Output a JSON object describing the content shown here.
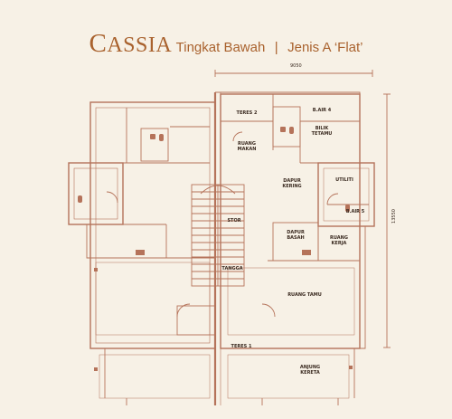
{
  "title": {
    "name_cap": "C",
    "name_rest": "ASSIA",
    "level": "Tingkat Bawah",
    "separator": "|",
    "type": "Jenis A ‘Flat’"
  },
  "dimensions": {
    "width": "9050",
    "depth": "13550"
  },
  "rooms": {
    "teres2": "TERES 2",
    "bair4": "B.AIR 4",
    "bilik_tetamu": "BILIK\nTETAMU",
    "ruang_makan": "RUANG\nMAKAN",
    "dapur_kering": "DAPUR\nKERING",
    "utiliti": "UTILITI",
    "bair5": "B.AIR 5",
    "stor": "STOR",
    "dapur_basah": "DAPUR\nBASAH",
    "ruang_kerja": "RUANG\nKERJA",
    "tangga": "TANGGA",
    "ruang_tamu": "RUANG TAMU",
    "teres1": "TERES 1",
    "anjung_kereta": "ANJUNG\nKERETA"
  },
  "colors": {
    "background": "#f7f1e6",
    "title": "#a9622e",
    "wall": "#b5735a",
    "text": "#3a2a20"
  }
}
